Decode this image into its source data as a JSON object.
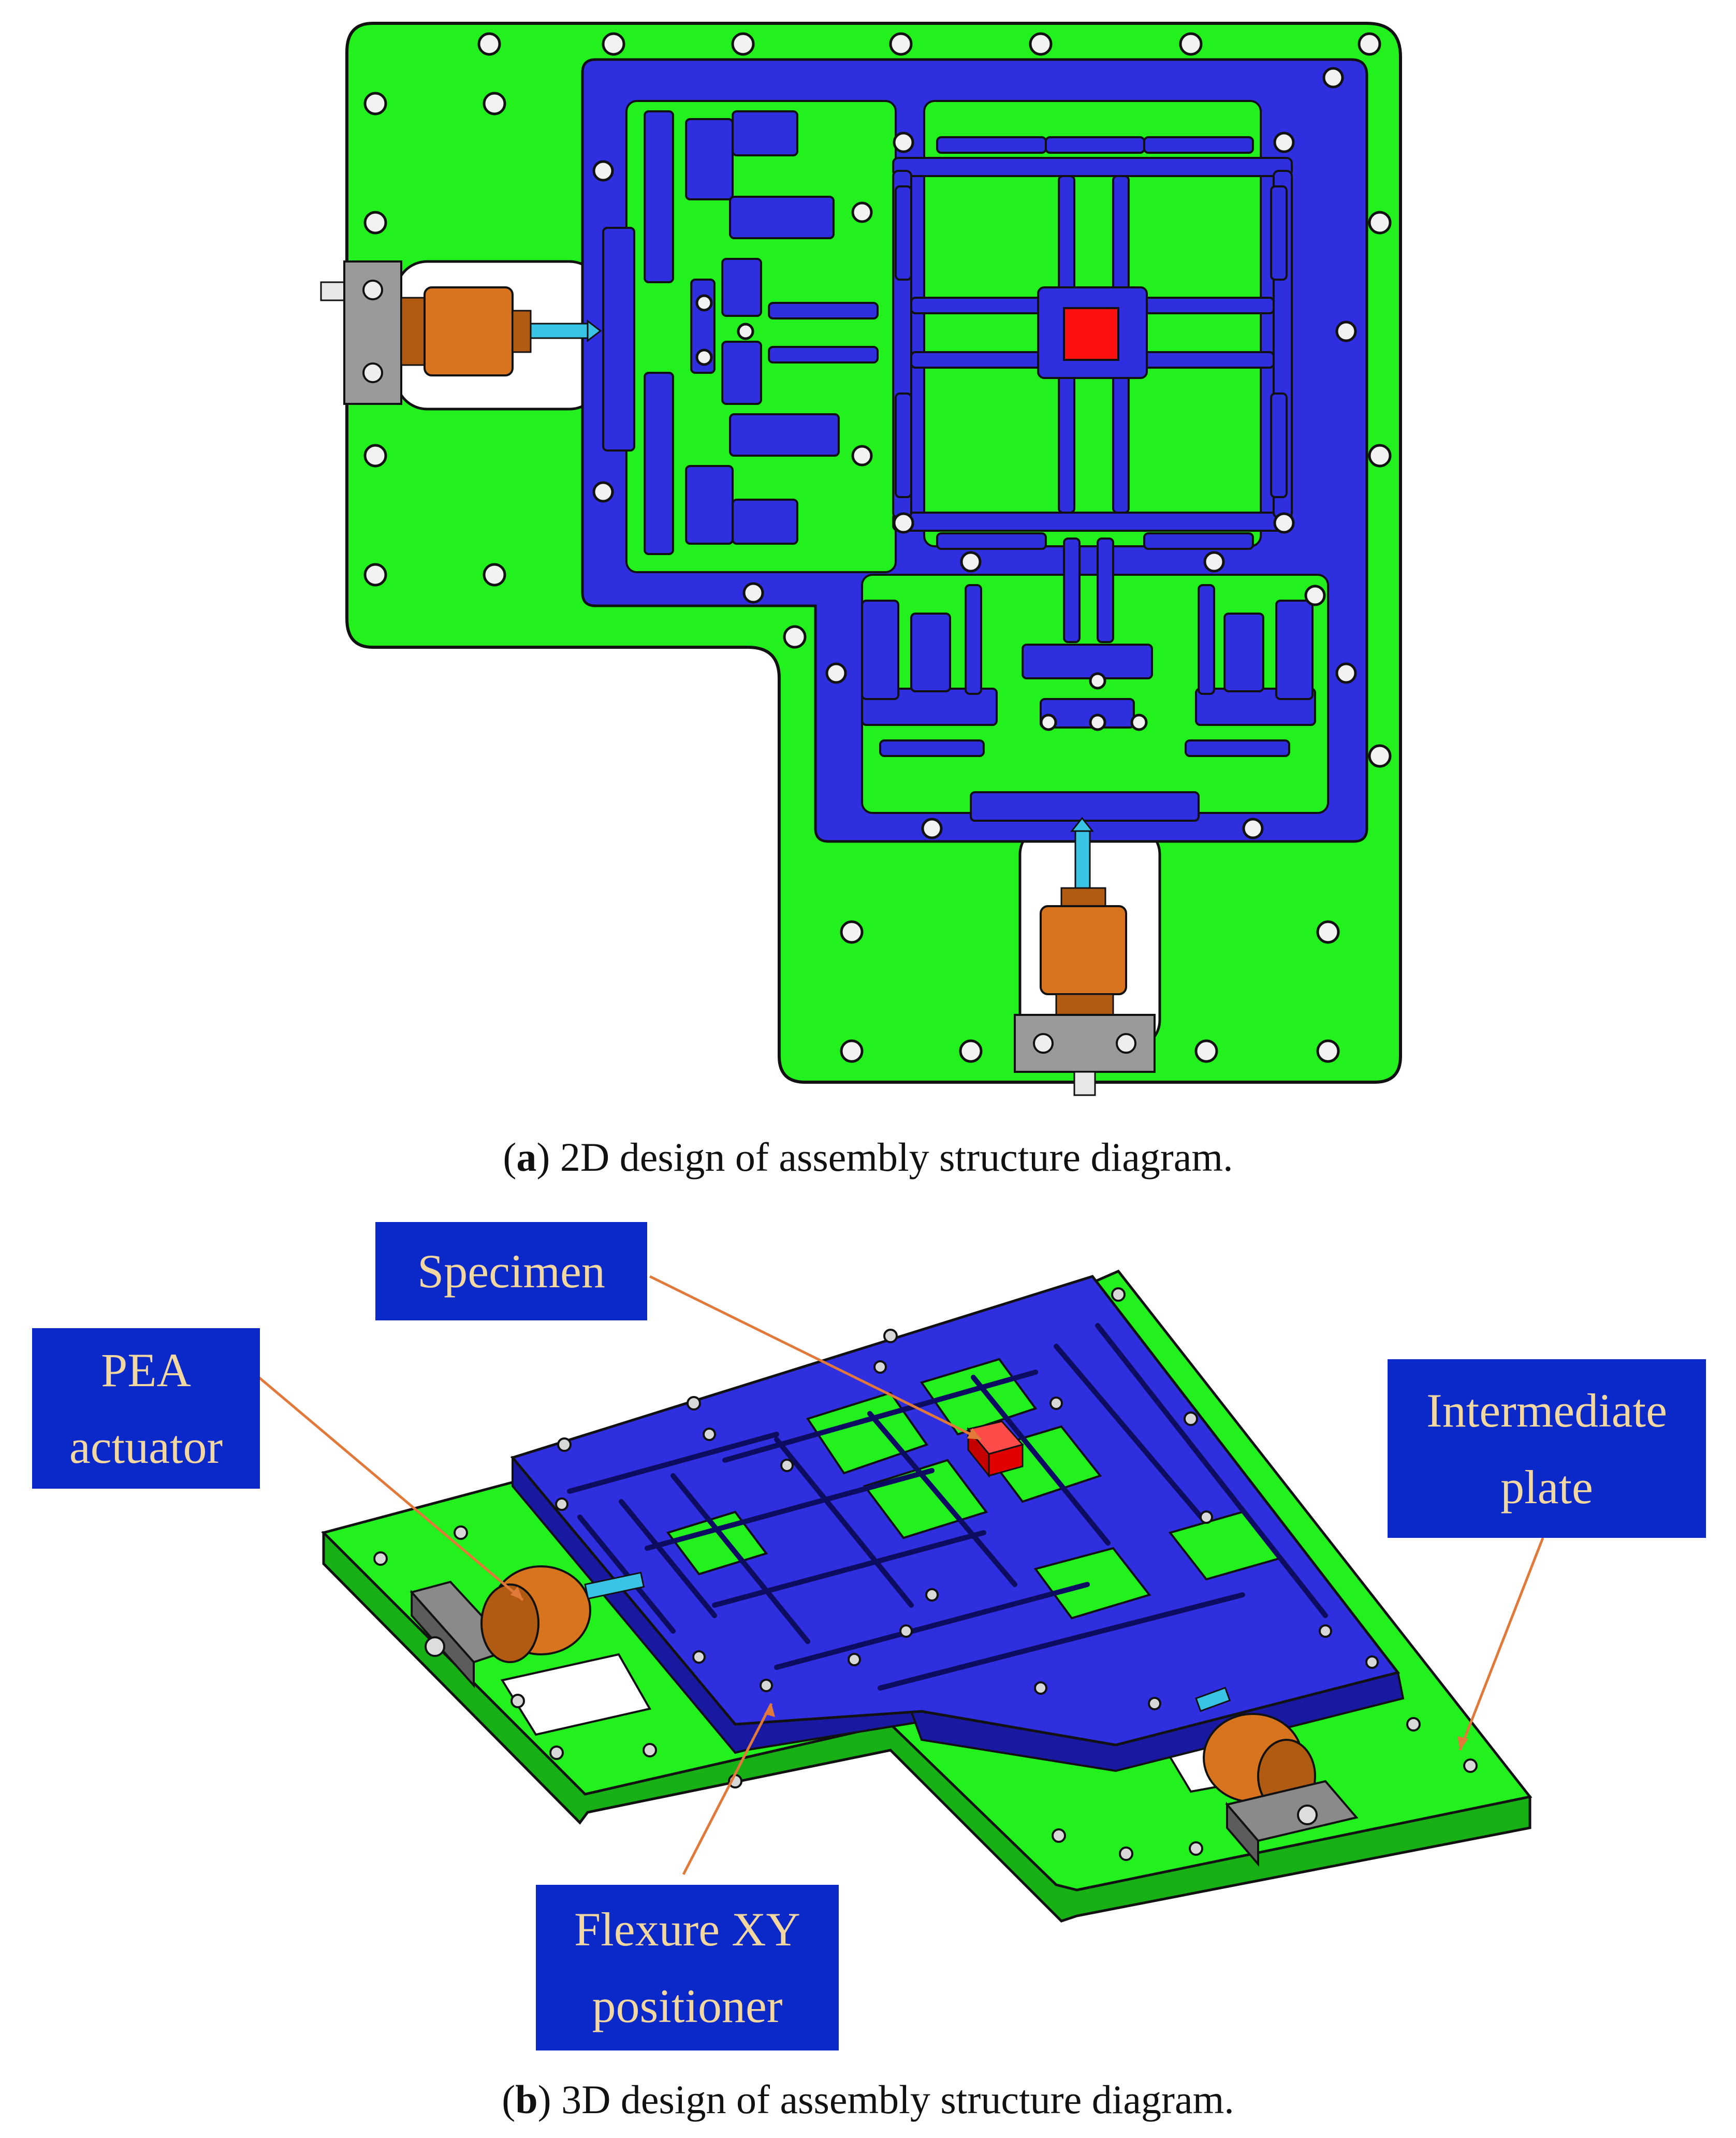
{
  "figure": {
    "panel_a": {
      "letter": "a",
      "caption": "2D design of assembly structure diagram."
    },
    "panel_b": {
      "letter": "b",
      "caption": "3D design of assembly structure diagram."
    }
  },
  "labels": {
    "specimen": "Specimen",
    "pea_line1": "PEA",
    "pea_line2": "actuator",
    "plate_line1": "Intermediate",
    "plate_line2": "plate",
    "flexure_line1": "Flexure XY",
    "flexure_line2": "positioner"
  },
  "colors": {
    "base_plate": "#22f11e",
    "positioner": "#2f2fe0",
    "specimen": "#ff1010",
    "actuator": "#d8731e",
    "clamp": "#9a9a9a",
    "label_bg": "#0b28c9",
    "label_text": "#f3d7a0",
    "leader": "#e0793a"
  }
}
